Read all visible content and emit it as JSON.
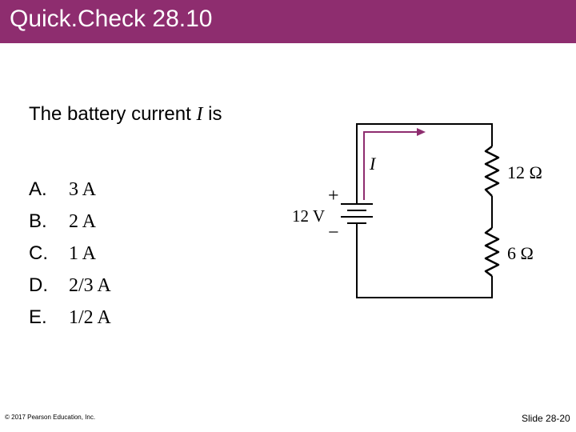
{
  "header": {
    "title": "Quick.Check 28.10"
  },
  "question": {
    "prefix": "The battery current ",
    "variable": "I",
    "suffix": " is"
  },
  "choices": [
    {
      "letter": "A.",
      "answer": "3 A"
    },
    {
      "letter": "B.",
      "answer": "2 A"
    },
    {
      "letter": "C.",
      "answer": "1 A"
    },
    {
      "letter": "D.",
      "answer": "2/3 A"
    },
    {
      "letter": "E.",
      "answer": "1/2 A"
    }
  ],
  "circuit": {
    "current_label": "I",
    "battery_label": "12 V",
    "battery_plus": "+",
    "battery_minus": "−",
    "resistor_top_label": "12 Ω",
    "resistor_bottom_label": "6 Ω",
    "current_arrow_color": "#8e2d6f"
  },
  "footer": {
    "copyright": "© 2017 Pearson Education, Inc.",
    "slide_number": "Slide 28-20"
  },
  "colors": {
    "title_bar": "#8e2d6f",
    "title_text": "#ffffff"
  }
}
